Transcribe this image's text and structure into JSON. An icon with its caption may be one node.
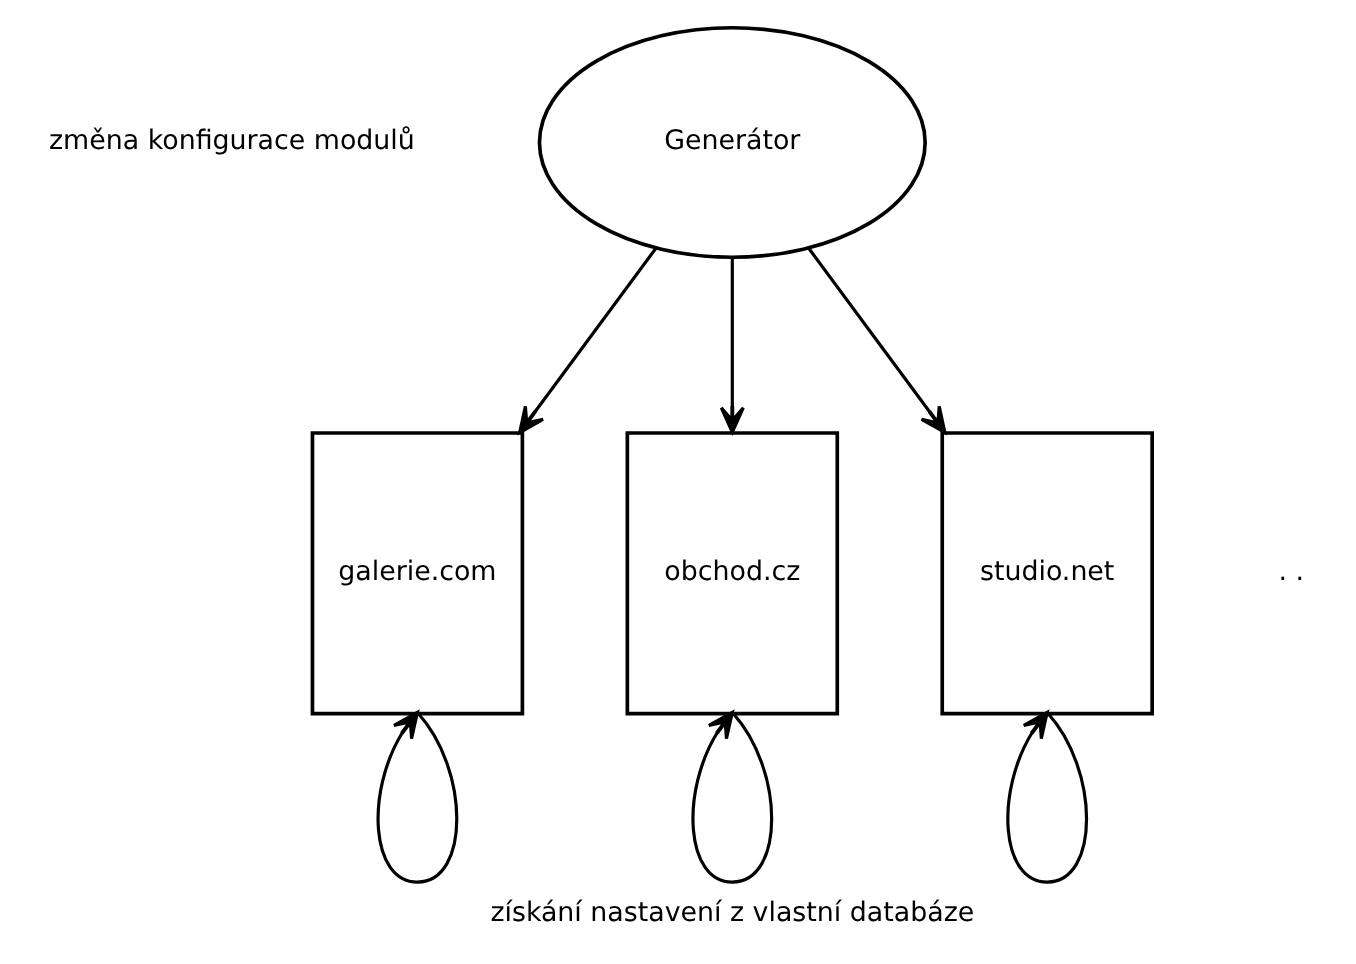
{
  "diagram": {
    "nodes": [
      {
        "text": [
          "Generátor"
        ]
      },
      {
        "text": [
          "galerie.com"
        ]
      },
      {
        "text": [
          "obchod.cz"
        ]
      },
      {
        "text": [
          "studio.net"
        ]
      }
    ],
    "edges": [
      {
        "from": 0,
        "to": 1,
        "arrow": "to"
      },
      {
        "from": 0,
        "to": 2,
        "arrow": "to"
      },
      {
        "from": 0,
        "to": 3,
        "arrow": "to"
      },
      {
        "from": 1,
        "to": 1,
        "arrow": "to"
      },
      {
        "from": 2,
        "to": 2,
        "arrow": "to"
      },
      {
        "from": 3,
        "to": 3,
        "arrow": "to"
      }
    ],
    "labels": [
      "změna konfigurace modulů",
      ". .",
      "získání nastavení z vlastní databáze"
    ]
  }
}
